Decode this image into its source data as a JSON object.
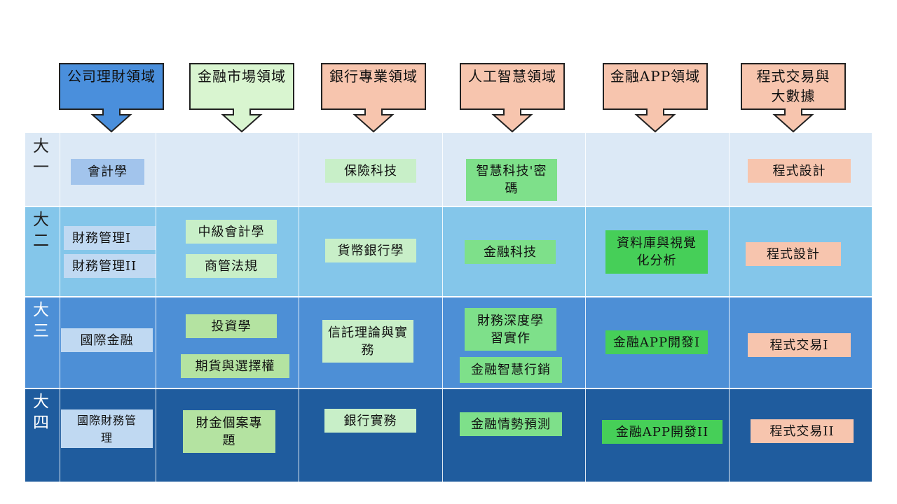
{
  "domains": [
    {
      "label": "公司理財領域",
      "fill": "#4a8fdc"
    },
    {
      "label": "金融市場領域",
      "fill": "#d9f5d0"
    },
    {
      "label": "銀行專業領域",
      "fill": "#f7c5ae"
    },
    {
      "label": "人工智慧領域",
      "fill": "#f7c5ae"
    },
    {
      "label": "金融APP領域",
      "fill": "#f7c5ae"
    },
    {
      "label": "程式交易與大數據",
      "fill": "#f7c5ae"
    }
  ],
  "years": [
    {
      "label": "大一",
      "color": "#dce9f6"
    },
    {
      "label": "大二",
      "color": "#84c6ea"
    },
    {
      "label": "大三",
      "color": "#4d8fd6"
    },
    {
      "label": "大四",
      "color": "#1f5c9e"
    }
  ],
  "courses": {
    "y1_c1": "會計學",
    "y1_c3": "保險科技",
    "y1_c4": "智慧科技'密碼",
    "y1_c6": "程式設計",
    "y2_c1a": "財務管理I",
    "y2_c1b": "財務管理II",
    "y2_c2a": "中級會計學",
    "y2_c2b": "商管法規",
    "y2_c3": "貨幣銀行學",
    "y2_c4": "金融科技",
    "y2_c5": "資料庫與視覺化分析",
    "y2_c6": "程式設計",
    "y3_c1": "國際金融",
    "y3_c2a": "投資學",
    "y3_c2b": "期貨與選擇權",
    "y3_c3": "信託理論與實務",
    "y3_c4a": "財務深度學習實作",
    "y3_c4b": "金融智慧行銷",
    "y3_c5": "金融APP開發I",
    "y3_c6": "程式交易I",
    "y4_c1": "國際財務管理",
    "y4_c2": "財金個案專題",
    "y4_c3": "銀行實務",
    "y4_c4": "金融情勢預測",
    "y4_c5": "金融APP開發II",
    "y4_c6": "程式交易II"
  }
}
